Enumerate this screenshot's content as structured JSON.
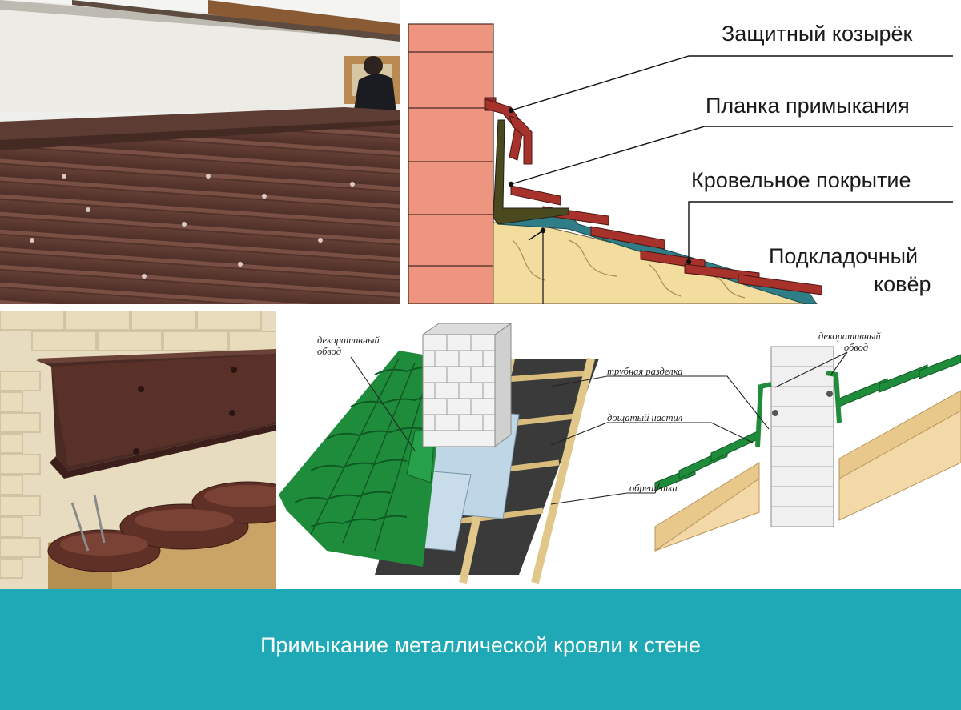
{
  "section_diagram": {
    "labels": {
      "protective_visor": "Защитный козырёк",
      "adjoining_strip": "Планка примыкания",
      "roof_covering": "Кровельное покрытие",
      "underlay_carpet_line1": "Подкладочный",
      "underlay_carpet_line2": "ковёр"
    }
  },
  "chimney_diagram": {
    "labels": {
      "decorative_trim_left_line1": "декоративный",
      "decorative_trim_left_line2": "обвод",
      "pipe_cut": "трубная разделка",
      "plank_deck": "дощатый настил",
      "battens": "обрешетка",
      "decorative_trim_right_line1": "декоративный",
      "decorative_trim_right_line2": "обвод"
    }
  },
  "footer": {
    "caption": "Примыкание металлической кровли к стене",
    "background_color": "#1fa9b6"
  },
  "colors": {
    "roof_metal": "#5e3a30",
    "brick": "#ee9580",
    "green_tile": "#1f8c3b"
  }
}
